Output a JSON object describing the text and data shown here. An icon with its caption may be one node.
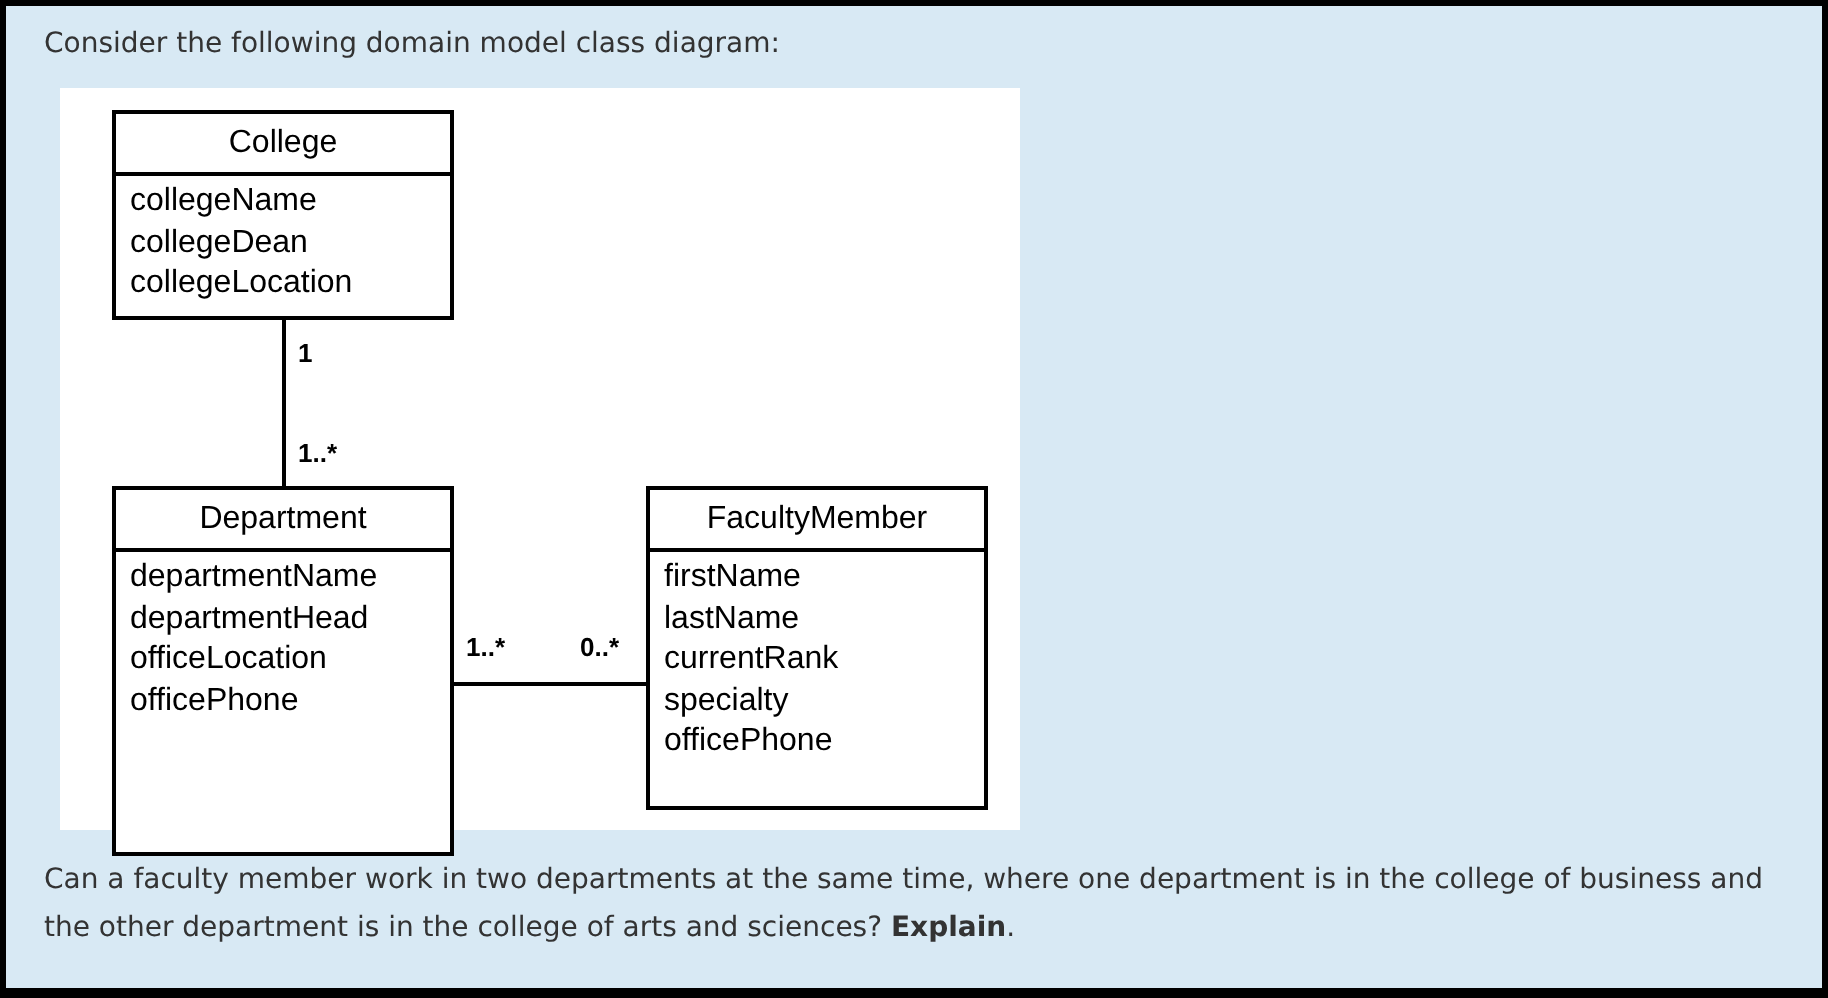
{
  "diagram": {
    "title": "Consider the following domain model class diagram:",
    "nodes": [
      {
        "text": [
          "College",
          "collegeName",
          "collegeDean",
          "collegeLocation"
        ]
      },
      {
        "text": [
          "Department",
          "departmentName",
          "departmentHead",
          "officeLocation",
          "officePhone"
        ]
      },
      {
        "text": [
          "FacultyMember",
          "firstName",
          "lastName",
          "currentRank",
          "specialty",
          "officePhone"
        ]
      }
    ],
    "edges": [
      {
        "from": 0,
        "to": 1,
        "arrow": "none"
      },
      {
        "from": 1,
        "to": 2,
        "arrow": "none"
      }
    ],
    "labels": [
      "1",
      "1..*",
      "1..*",
      "0..*"
    ],
    "caption": "Can a faculty member work in two departments at the same time, where one department is in the college of business and the other department is in the college of arts and sciences? **Explain**."
  }
}
